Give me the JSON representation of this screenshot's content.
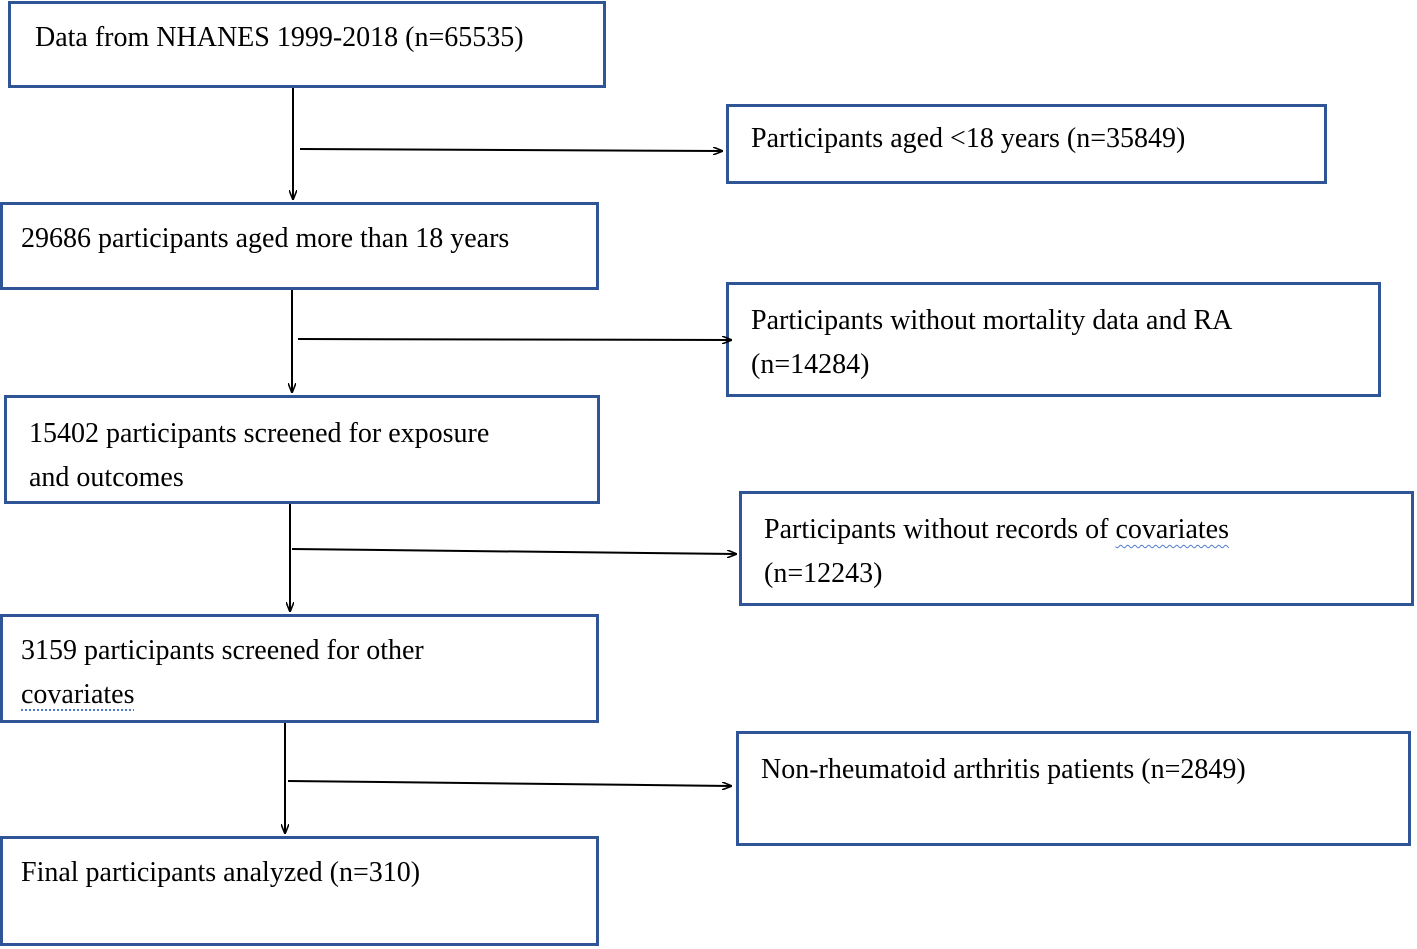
{
  "flow": {
    "main_steps": [
      {
        "id": "step-1",
        "text": "Data from NHANES 1999-2018 (n=65535)"
      },
      {
        "id": "step-2",
        "text": "29686 participants aged more than 18 years"
      },
      {
        "id": "step-3",
        "line1": "15402 participants screened for exposure",
        "line2": "and outcomes"
      },
      {
        "id": "step-4",
        "line1": "3159 participants screened for other",
        "line2": "covariates"
      },
      {
        "id": "step-5",
        "text": "Final participants analyzed (n=310)"
      }
    ],
    "exclusions": [
      {
        "id": "excl-1",
        "text": "Participants aged <18 years (n=35849)"
      },
      {
        "id": "excl-2",
        "line1": "Participants without mortality data and RA",
        "line2": "(n=14284)"
      },
      {
        "id": "excl-3",
        "line1_prefix": "Participants without records of ",
        "line1_marked": "covariates",
        "line2": "(n=12243)"
      },
      {
        "id": "excl-4",
        "text": "Non-rheumatoid arthritis patients (n=2849)"
      }
    ]
  },
  "colors": {
    "box_border": "#2f5597",
    "line": "#000000",
    "spellcheck_mark": "#4f7bd0"
  }
}
